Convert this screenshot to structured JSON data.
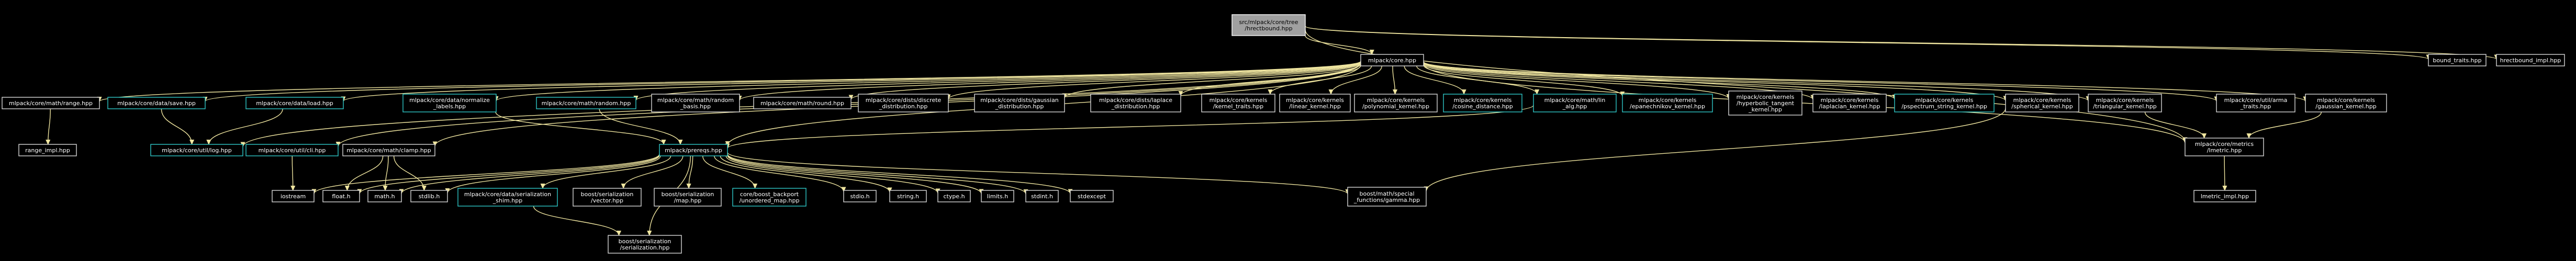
{
  "style": {
    "background": "#000000",
    "edge_color": "#f0e6a0",
    "node_border": "#d8d8d8",
    "highlight_border": "#2fc7c7",
    "root_fill": "#a0a0a0",
    "text_color": "#ffffff"
  },
  "nodes": [
    {
      "id": "root",
      "lines": [
        "src/mlpack/core/tree",
        "/hrectbound.hpp"
      ],
      "kind": "root"
    },
    {
      "id": "core",
      "lines": [
        "mlpack/core.hpp"
      ],
      "kind": "normal"
    },
    {
      "id": "bound_traits",
      "lines": [
        "bound_traits.hpp"
      ],
      "kind": "normal"
    },
    {
      "id": "hrectbound_impl",
      "lines": [
        "hrectbound_impl.hpp"
      ],
      "kind": "normal"
    },
    {
      "id": "range",
      "lines": [
        "mlpack/core/math/range.hpp"
      ],
      "kind": "normal"
    },
    {
      "id": "save",
      "lines": [
        "mlpack/core/data/save.hpp"
      ],
      "kind": "highlight"
    },
    {
      "id": "load",
      "lines": [
        "mlpack/core/data/load.hpp"
      ],
      "kind": "highlight"
    },
    {
      "id": "normalize_labels",
      "lines": [
        "mlpack/core/data/normalize",
        "_labels.hpp"
      ],
      "kind": "highlight"
    },
    {
      "id": "math_random",
      "lines": [
        "mlpack/core/math/random.hpp"
      ],
      "kind": "highlight"
    },
    {
      "id": "random_basis",
      "lines": [
        "mlpack/core/math/random",
        "_basis.hpp"
      ],
      "kind": "normal"
    },
    {
      "id": "math_round",
      "lines": [
        "mlpack/core/math/round.hpp"
      ],
      "kind": "normal"
    },
    {
      "id": "discrete_dist",
      "lines": [
        "mlpack/core/dists/discrete",
        "_distribution.hpp"
      ],
      "kind": "normal"
    },
    {
      "id": "gaussian_dist",
      "lines": [
        "mlpack/core/dists/gaussian",
        "_distribution.hpp"
      ],
      "kind": "normal"
    },
    {
      "id": "laplace_dist",
      "lines": [
        "mlpack/core/dists/laplace",
        "_distribution.hpp"
      ],
      "kind": "normal"
    },
    {
      "id": "kernel_traits",
      "lines": [
        "mlpack/core/kernels",
        "/kernel_traits.hpp"
      ],
      "kind": "normal"
    },
    {
      "id": "linear_kernel",
      "lines": [
        "mlpack/core/kernels",
        "/linear_kernel.hpp"
      ],
      "kind": "normal"
    },
    {
      "id": "polynomial_kernel",
      "lines": [
        "mlpack/core/kernels",
        "/polynomial_kernel.hpp"
      ],
      "kind": "normal"
    },
    {
      "id": "cosine_distance",
      "lines": [
        "mlpack/core/kernels",
        "/cosine_distance.hpp"
      ],
      "kind": "highlight"
    },
    {
      "id": "lin_alg",
      "lines": [
        "mlpack/core/math/lin",
        "_alg.hpp"
      ],
      "kind": "highlight"
    },
    {
      "id": "epanechnikov_kernel",
      "lines": [
        "mlpack/core/kernels",
        "/epanechnikov_kernel.hpp"
      ],
      "kind": "highlight"
    },
    {
      "id": "hyperbolic_tangent",
      "lines": [
        "mlpack/core/kernels",
        "/hyperbolic_tangent",
        "_kernel.hpp"
      ],
      "kind": "normal"
    },
    {
      "id": "laplacian_kernel",
      "lines": [
        "mlpack/core/kernels",
        "/laplacian_kernel.hpp"
      ],
      "kind": "normal"
    },
    {
      "id": "pspectrum_string",
      "lines": [
        "mlpack/core/kernels",
        "/pspectrum_string_kernel.hpp"
      ],
      "kind": "highlight"
    },
    {
      "id": "spherical_kernel",
      "lines": [
        "mlpack/core/kernels",
        "/spherical_kernel.hpp"
      ],
      "kind": "normal"
    },
    {
      "id": "triangular_kernel",
      "lines": [
        "mlpack/core/kernels",
        "/triangular_kernel.hpp"
      ],
      "kind": "normal"
    },
    {
      "id": "util_arma_traits",
      "lines": [
        "mlpack/core/util/arma",
        "_traits.hpp"
      ],
      "kind": "normal"
    },
    {
      "id": "gaussian_kernel",
      "lines": [
        "mlpack/core/kernels",
        "/gaussian_kernel.hpp"
      ],
      "kind": "normal"
    },
    {
      "id": "range_impl",
      "lines": [
        "range_impl.hpp"
      ],
      "kind": "normal"
    },
    {
      "id": "log",
      "lines": [
        "mlpack/core/util/log.hpp"
      ],
      "kind": "highlight"
    },
    {
      "id": "cli",
      "lines": [
        "mlpack/core/util/cli.hpp"
      ],
      "kind": "highlight"
    },
    {
      "id": "clamp",
      "lines": [
        "mlpack/core/math/clamp.hpp"
      ],
      "kind": "normal"
    },
    {
      "id": "prereqs",
      "lines": [
        "mlpack/prereqs.hpp"
      ],
      "kind": "highlight"
    },
    {
      "id": "lmetric",
      "lines": [
        "mlpack/core/metrics",
        "/lmetric.hpp"
      ],
      "kind": "normal"
    },
    {
      "id": "iostream",
      "lines": [
        "iostream"
      ],
      "kind": "normal"
    },
    {
      "id": "float_h",
      "lines": [
        "float.h"
      ],
      "kind": "normal"
    },
    {
      "id": "math_h",
      "lines": [
        "math.h"
      ],
      "kind": "normal"
    },
    {
      "id": "stdlib_h",
      "lines": [
        "stdlib.h"
      ],
      "kind": "normal"
    },
    {
      "id": "extend_shim",
      "lines": [
        "mlpack/core/data/serialization",
        "_shim.hpp"
      ],
      "kind": "highlight"
    },
    {
      "id": "boost_vector",
      "lines": [
        "boost/serialization",
        "/vector.hpp"
      ],
      "kind": "normal"
    },
    {
      "id": "boost_map",
      "lines": [
        "boost/serialization",
        "/map.hpp"
      ],
      "kind": "normal"
    },
    {
      "id": "unordered_map",
      "lines": [
        "core/boost_backport",
        "/unordered_map.hpp"
      ],
      "kind": "highlight"
    },
    {
      "id": "stdio_h",
      "lines": [
        "stdio.h"
      ],
      "kind": "normal"
    },
    {
      "id": "string_h",
      "lines": [
        "string.h"
      ],
      "kind": "normal"
    },
    {
      "id": "ctype_h",
      "lines": [
        "ctype.h"
      ],
      "kind": "normal"
    },
    {
      "id": "limits_h",
      "lines": [
        "limits.h"
      ],
      "kind": "normal"
    },
    {
      "id": "stdint_h",
      "lines": [
        "stdint.h"
      ],
      "kind": "normal"
    },
    {
      "id": "stdexcept",
      "lines": [
        "stdexcept"
      ],
      "kind": "normal"
    },
    {
      "id": "gamma",
      "lines": [
        "boost/math/special",
        "_functions/gamma.hpp"
      ],
      "kind": "normal"
    },
    {
      "id": "lmetric_impl",
      "lines": [
        "lmetric_impl.hpp"
      ],
      "kind": "normal"
    },
    {
      "id": "boost_serialization",
      "lines": [
        "boost/serialization",
        "/serialization.hpp"
      ],
      "kind": "normal"
    }
  ],
  "edges": [
    [
      "root",
      "core"
    ],
    [
      "root",
      "bound_traits"
    ],
    [
      "root",
      "hrectbound_impl"
    ],
    [
      "root",
      "lmetric"
    ],
    [
      "core",
      "range"
    ],
    [
      "core",
      "save"
    ],
    [
      "core",
      "load"
    ],
    [
      "core",
      "normalize_labels"
    ],
    [
      "core",
      "math_random"
    ],
    [
      "core",
      "random_basis"
    ],
    [
      "core",
      "math_round"
    ],
    [
      "core",
      "discrete_dist"
    ],
    [
      "core",
      "gaussian_dist"
    ],
    [
      "core",
      "laplace_dist"
    ],
    [
      "core",
      "kernel_traits"
    ],
    [
      "core",
      "linear_kernel"
    ],
    [
      "core",
      "polynomial_kernel"
    ],
    [
      "core",
      "cosine_distance"
    ],
    [
      "core",
      "lin_alg"
    ],
    [
      "core",
      "epanechnikov_kernel"
    ],
    [
      "core",
      "hyperbolic_tangent"
    ],
    [
      "core",
      "laplacian_kernel"
    ],
    [
      "core",
      "pspectrum_string"
    ],
    [
      "core",
      "spherical_kernel"
    ],
    [
      "core",
      "triangular_kernel"
    ],
    [
      "core",
      "util_arma_traits"
    ],
    [
      "core",
      "gaussian_kernel"
    ],
    [
      "core",
      "log"
    ],
    [
      "core",
      "cli"
    ],
    [
      "core",
      "clamp"
    ],
    [
      "core",
      "prereqs"
    ],
    [
      "core",
      "lmetric"
    ],
    [
      "range",
      "range_impl"
    ],
    [
      "save",
      "log"
    ],
    [
      "load",
      "log"
    ],
    [
      "normalize_labels",
      "prereqs"
    ],
    [
      "math_random",
      "prereqs"
    ],
    [
      "lin_alg",
      "prereqs"
    ],
    [
      "gaussian_kernel",
      "lmetric"
    ],
    [
      "triangular_kernel",
      "lmetric"
    ],
    [
      "spherical_kernel",
      "gamma"
    ],
    [
      "lmetric",
      "lmetric_impl"
    ],
    [
      "cli",
      "iostream"
    ],
    [
      "clamp",
      "float_h"
    ],
    [
      "clamp",
      "math_h"
    ],
    [
      "clamp",
      "stdlib_h"
    ],
    [
      "prereqs",
      "iostream"
    ],
    [
      "prereqs",
      "float_h"
    ],
    [
      "prereqs",
      "math_h"
    ],
    [
      "prereqs",
      "stdlib_h"
    ],
    [
      "prereqs",
      "extend_shim"
    ],
    [
      "prereqs",
      "boost_vector"
    ],
    [
      "prereqs",
      "boost_map"
    ],
    [
      "prereqs",
      "unordered_map"
    ],
    [
      "prereqs",
      "stdio_h"
    ],
    [
      "prereqs",
      "string_h"
    ],
    [
      "prereqs",
      "ctype_h"
    ],
    [
      "prereqs",
      "limits_h"
    ],
    [
      "prereqs",
      "stdint_h"
    ],
    [
      "prereqs",
      "stdexcept"
    ],
    [
      "prereqs",
      "gamma"
    ],
    [
      "prereqs",
      "boost_serialization"
    ],
    [
      "extend_shim",
      "boost_serialization"
    ]
  ]
}
